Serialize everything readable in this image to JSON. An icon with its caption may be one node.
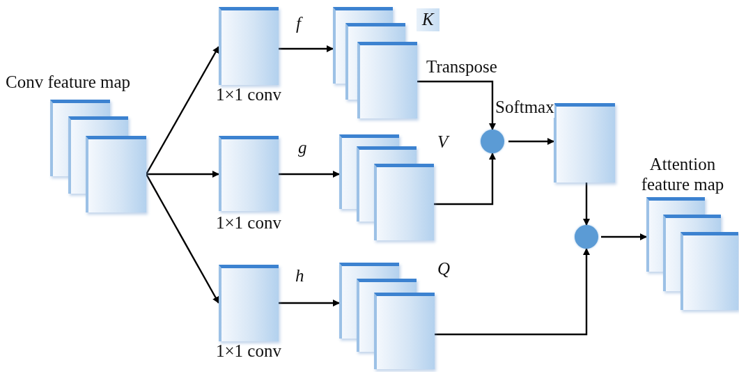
{
  "diagram": {
    "nodes": [
      {
        "text": [],
        "shape": "box",
        "beside": [
          "Conv feature map"
        ]
      },
      {
        "text": [],
        "shape": "box",
        "beside": [
          "1×1 conv"
        ]
      },
      {
        "text": [],
        "shape": "box",
        "beside": [
          "1×1 conv"
        ]
      },
      {
        "text": [],
        "shape": "box",
        "beside": [
          "1×1 conv"
        ]
      },
      {
        "text": [],
        "shape": "box",
        "beside": [
          "K"
        ]
      },
      {
        "text": [],
        "shape": "box",
        "beside": [
          "V"
        ]
      },
      {
        "text": [],
        "shape": "box",
        "beside": [
          "Q"
        ]
      },
      {
        "text": [],
        "shape": "circle"
      },
      {
        "text": [],
        "shape": "box"
      },
      {
        "text": [],
        "shape": "circle"
      },
      {
        "text": [],
        "shape": "box",
        "beside": [
          "Attention feature map"
        ]
      }
    ],
    "edges": [
      {
        "from": 0,
        "to": 1,
        "arrow": "to"
      },
      {
        "from": 0,
        "to": 2,
        "arrow": "to"
      },
      {
        "from": 0,
        "to": 3,
        "arrow": "to"
      },
      {
        "from": 1,
        "to": 4,
        "arrow": "to",
        "label": "f"
      },
      {
        "from": 2,
        "to": 5,
        "arrow": "to",
        "label": "g"
      },
      {
        "from": 3,
        "to": 6,
        "arrow": "to",
        "label": "h"
      },
      {
        "from": 4,
        "to": 7,
        "arrow": "to",
        "label": "Transpose"
      },
      {
        "from": 5,
        "to": 7,
        "arrow": "to"
      },
      {
        "from": 7,
        "to": 8,
        "arrow": "to"
      },
      {
        "from": 8,
        "to": 9,
        "arrow": "to"
      },
      {
        "from": 6,
        "to": 9,
        "arrow": "to"
      },
      {
        "from": 9,
        "to": 10,
        "arrow": "to"
      }
    ],
    "labels": [
      "Softmax"
    ]
  }
}
